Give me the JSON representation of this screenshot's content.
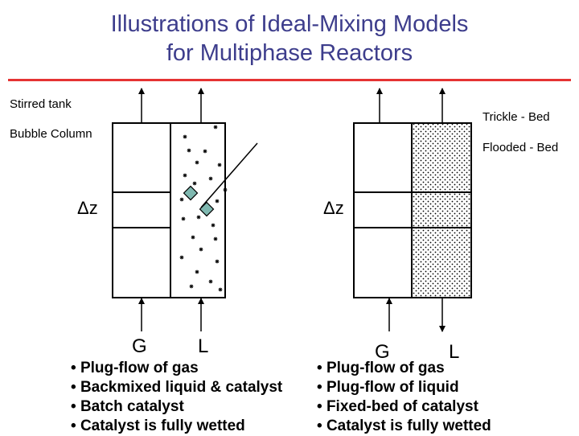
{
  "title": {
    "line1": "Illustrations of Ideal-Mixing Models",
    "line2": "for Multiphase Reactors"
  },
  "labels": {
    "stirred_tank": "Stirred tank",
    "bubble_column": "Bubble Column",
    "trickle_bed": "Trickle - Bed",
    "flooded_bed": "Flooded - Bed",
    "delta_z": "Δz"
  },
  "left_reactor": {
    "gas_label": "G",
    "liquid_label": "L",
    "bullets": [
      "Plug-flow of gas",
      "Backmixed liquid & catalyst",
      "Batch catalyst",
      "Catalyst is fully wetted"
    ]
  },
  "right_reactor": {
    "gas_label": "G",
    "liquid_label": "L",
    "bullets": [
      "Plug-flow of gas",
      "Plug-flow of liquid",
      "Fixed-bed of catalyst",
      "Catalyst is fully wetted"
    ]
  },
  "colors": {
    "title": "#3d3d8c",
    "rule": "#e53333",
    "catalyst_fill": "#7fb8b0"
  }
}
